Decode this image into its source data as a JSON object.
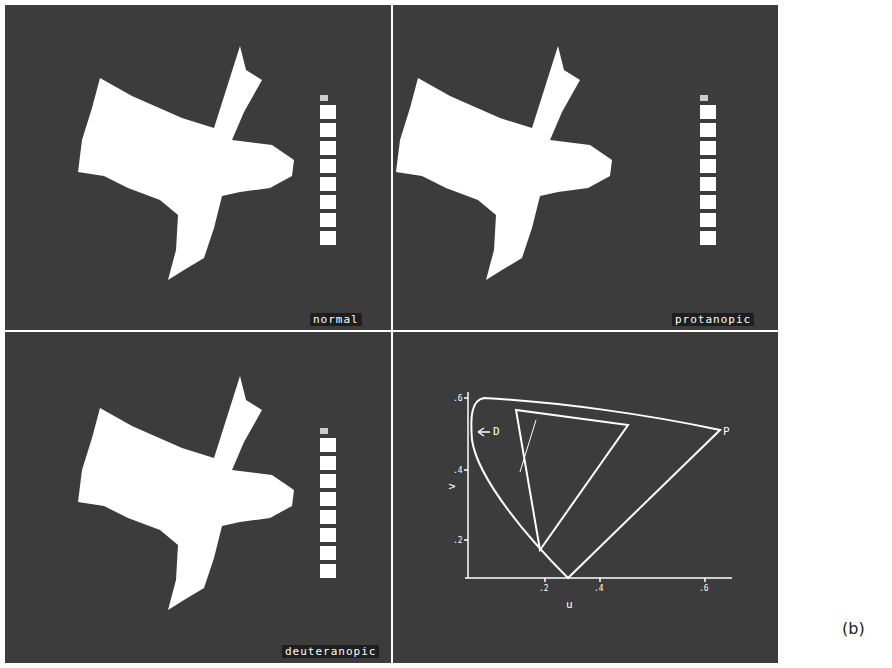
{
  "diagram": {
    "labels": [
      "normal",
      "protanopic",
      "deuteranopic",
      "D",
      "P",
      "v",
      "u",
      ".6",
      ".4",
      ".2",
      ".2",
      ".4",
      ".6",
      "(b)"
    ]
  }
}
